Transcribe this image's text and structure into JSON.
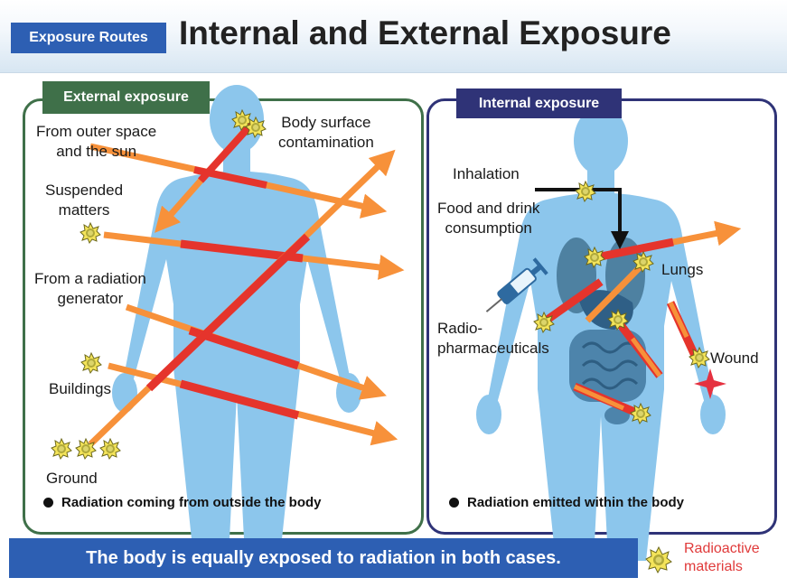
{
  "header": {
    "tag": "Exposure Routes",
    "title": "Internal and External Exposure"
  },
  "external": {
    "title": "External exposure",
    "labels": {
      "outer_space": [
        "From outer space",
        "and the sun"
      ],
      "body_surface": [
        "Body surface",
        "contamination"
      ],
      "suspended": [
        "Suspended",
        "matters"
      ],
      "generator": [
        "From a radiation",
        "generator"
      ],
      "buildings": "Buildings",
      "ground": "Ground"
    },
    "caption": "Radiation coming from outside the body"
  },
  "internal": {
    "title": "Internal exposure",
    "labels": {
      "inhalation": "Inhalation",
      "food": [
        "Food and drink",
        "consumption"
      ],
      "lungs": "Lungs",
      "radio": [
        "Radio-",
        "pharmaceuticals"
      ],
      "wound": "Wound"
    },
    "caption": "Radiation emitted within the body"
  },
  "footer": {
    "banner": "The body is equally exposed to radiation in both cases.",
    "legend": [
      "Radioactive",
      "materials"
    ]
  },
  "colors": {
    "body": "#8cc6ec",
    "ray": "#f7913a",
    "ray_inside": "#e5342c",
    "star": "#f4e45a",
    "external": "#3f7049",
    "internal": "#2f3377",
    "accent": "#2d5fb3"
  }
}
